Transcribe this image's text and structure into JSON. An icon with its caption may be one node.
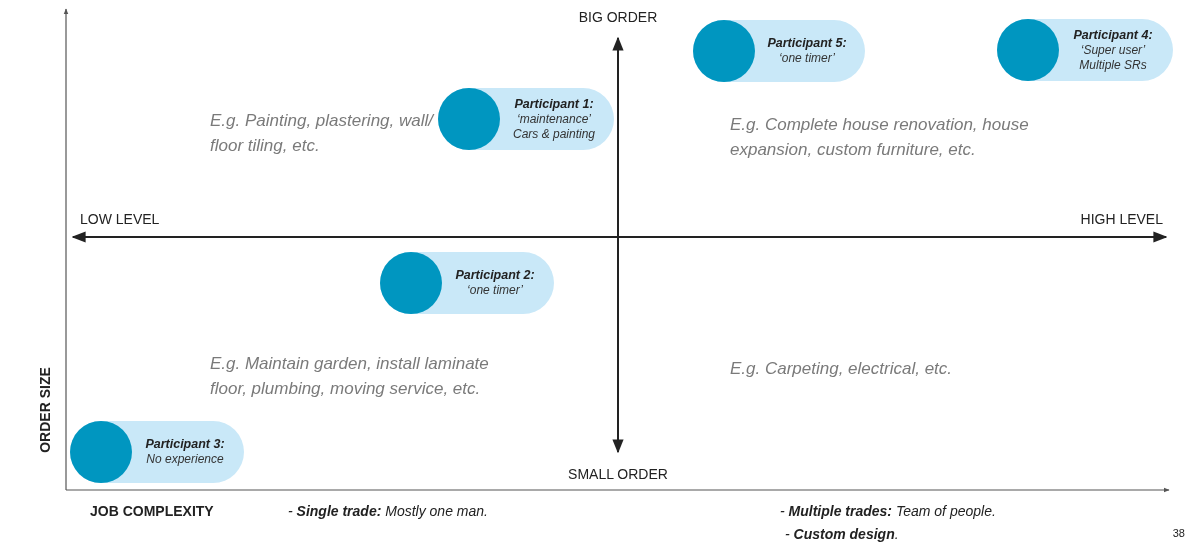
{
  "diagram": {
    "nodes": [
      {
        "text": [
          "Participant 1:",
          "‘maintenance’",
          "Cars & painting"
        ]
      },
      {
        "text": [
          "Participant 2:",
          "‘one timer’"
        ]
      },
      {
        "text": [
          "Participant 3:",
          "No experience"
        ]
      },
      {
        "text": [
          "Participant 5:",
          "‘one timer’"
        ]
      },
      {
        "text": [
          "Participant 4:",
          "‘Super user’",
          "Multiple SRs"
        ]
      }
    ],
    "labels": [
      "BIG ORDER",
      "LOW LEVEL",
      "HIGH LEVEL",
      "SMALL ORDER",
      "E.g. Painting, plastering, wall/ floor tiling, etc.",
      "E.g. Complete house renovation, house expansion, custom furniture, etc.",
      "E.g. Maintain garden, install laminate floor, plumbing, moving service, etc.",
      "E.g. Carpeting, electrical, etc.",
      "ORDER SIZE",
      "JOB COMPLEXITY",
      "- **Single trade:** Mostly one man.",
      "- **Multiple trades:** Team of people.",
      "- **Custom design**.",
      "38"
    ]
  }
}
